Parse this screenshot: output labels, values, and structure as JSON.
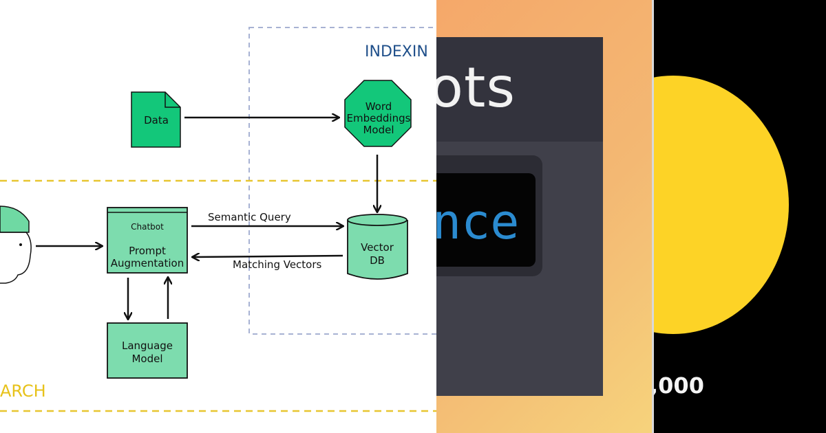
{
  "diagram": {
    "indexing_label": "INDEXIN",
    "search_label": "ARCH",
    "data_label": "Data",
    "embed_lines": [
      "Word",
      "Embeddings",
      "Model"
    ],
    "chatbot_header": "Chatbot",
    "prompt_lines": [
      "Prompt",
      "Augmentation"
    ],
    "lm_lines": [
      "Language",
      "Model"
    ],
    "vdb_lines": [
      "Vector",
      "DB"
    ],
    "semantic_query_label": "Semantic Query",
    "matching_vectors_label": "Matching Vectors",
    "colors": {
      "node_green": "#13c77a",
      "node_light_green": "#7ddcae",
      "indexing_blue": "#1f4f8a",
      "search_yellow": "#e7c21a"
    }
  },
  "middle_panel": {
    "title_fragment": "ots",
    "code_fragment": "nce"
  },
  "right_panel": {
    "value_fragment": ",000"
  }
}
